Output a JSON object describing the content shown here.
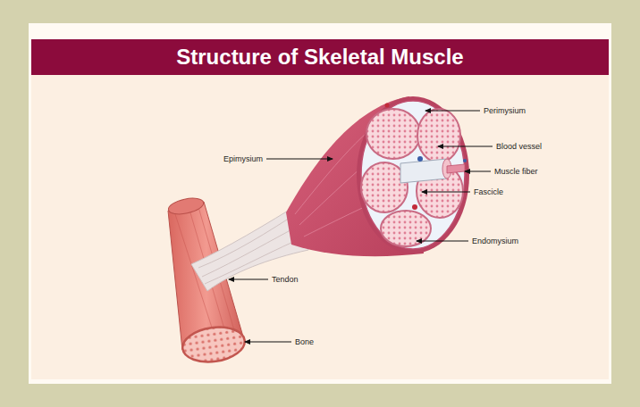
{
  "diagram": {
    "title": "Structure of Skeletal Muscle",
    "labels": [
      "Perimysium",
      "Blood vessel",
      "Muscle fiber",
      "Fascicle",
      "Endomysium",
      "Epimysium",
      "Tendon",
      "Bone"
    ]
  }
}
